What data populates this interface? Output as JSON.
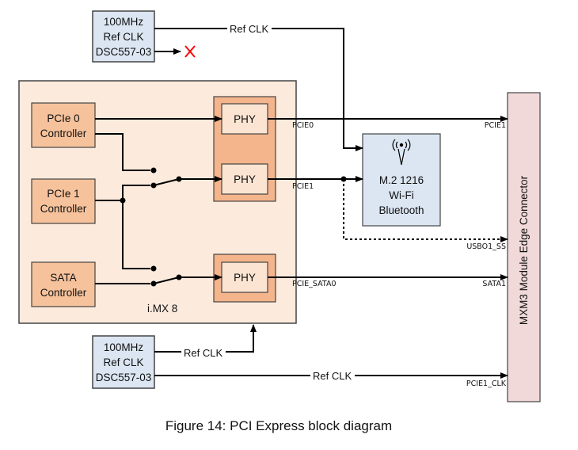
{
  "osc_top": {
    "line1": "100MHz",
    "line2": "Ref CLK",
    "line3": "DSC557-03"
  },
  "osc_bottom": {
    "line1": "100MHz",
    "line2": "Ref CLK",
    "line3": "DSC557-03"
  },
  "soc_label": "i.MX 8",
  "controllers": {
    "pcie0": {
      "line1": "PCIe 0",
      "line2": "Controller"
    },
    "pcie1": {
      "line1": "PCIe 1",
      "line2": "Controller"
    },
    "sata": {
      "line1": "SATA",
      "line2": "Controller"
    }
  },
  "phy_label": "PHY",
  "wifi_module": {
    "line1": "M.2 1216",
    "line2": "Wi-Fi",
    "line3": "Bluetooth"
  },
  "connector_label": "MXM3 Module Edge Connector",
  "ref_clk_label": "Ref CLK",
  "signals": {
    "pcie0": "PCIE0",
    "pcie1": "PCIE1",
    "pcie_sata0": "PCIE_SATA0",
    "conn_pcie1": "PCIE1",
    "conn_usbo1_ss": "USBO1_SS",
    "conn_sata1": "SATA1",
    "conn_pcie1_clk": "PCIE1_CLK"
  },
  "caption": "Figure 14: PCI Express block diagram",
  "colors": {
    "osc_fill": "#dbe6f2",
    "soc_fill": "#fcebdd",
    "controller_fill": "#f6c29c",
    "phy_group_fill": "#f4b58c",
    "phy_fill": "#fce4d2",
    "module_fill": "#dbe6f2",
    "connector_fill": "#f2d9d9",
    "no_connect": "#ff0000"
  }
}
